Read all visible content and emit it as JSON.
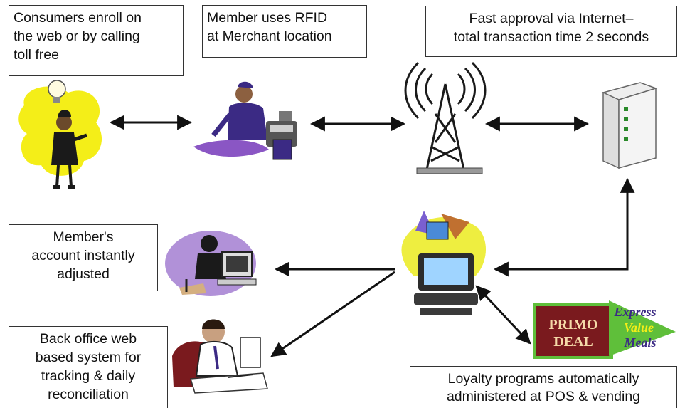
{
  "boxes": {
    "enroll": [
      "Consumers enroll on",
      "the web or by calling",
      "toll free"
    ],
    "rfid": [
      "Member uses RFID",
      "at Merchant location"
    ],
    "approval": [
      "Fast approval via Internet–",
      "total transaction time 2 seconds"
    ],
    "account": [
      "Member's",
      "account instantly",
      "adjusted"
    ],
    "backoffice": [
      "Back office web",
      "based system for",
      "tracking & daily",
      "reconciliation"
    ],
    "loyalty": [
      "Loyalty programs automatically",
      "administered at POS & vending"
    ]
  },
  "logos": {
    "primo_line1": "PRIMO",
    "primo_line2": "DEAL",
    "express_line1": "Express",
    "express_line2": "Value",
    "express_line3": "Meals"
  },
  "icons": {
    "consumer": "woman-lightbulb-icon",
    "merchant": "cashier-register-icon",
    "tower": "radio-tower-icon",
    "server": "internet-server-icon",
    "processor": "computer-hub-icon",
    "account_worker": "woman-computer-icon",
    "office_worker": "man-desk-icon"
  },
  "colors": {
    "yellow": "#f4ee18",
    "purple": "#3b2a84",
    "violet": "#b191d8",
    "maroon": "#7a1a1e",
    "green": "#5fbf3a",
    "arrow": "#111111"
  }
}
